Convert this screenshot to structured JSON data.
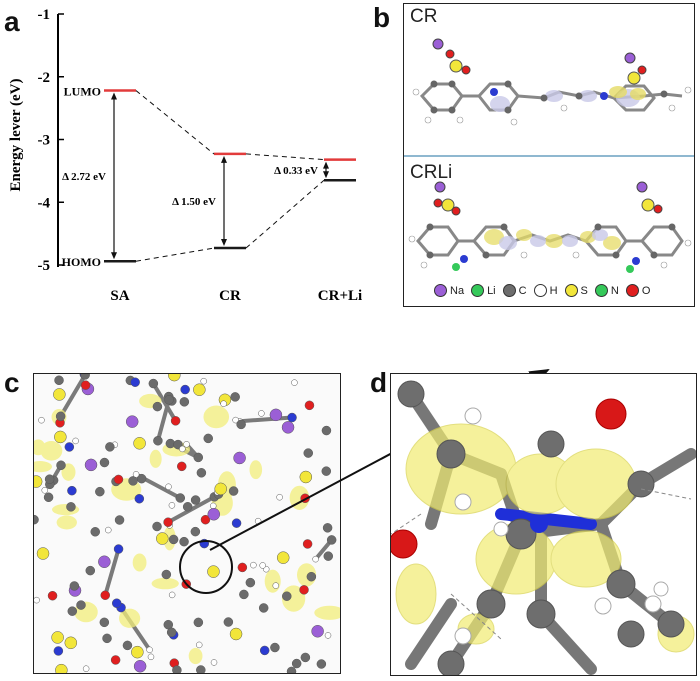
{
  "panels": {
    "a": "a",
    "b": "b",
    "c": "c",
    "d": "d"
  },
  "chart_data": {
    "type": "energy-level diagram",
    "ylabel": "Energy lever (eV)",
    "ylim": [
      -5,
      -1
    ],
    "yticks": [
      "-1",
      "-2",
      "-3",
      "-4",
      "-5"
    ],
    "categories": [
      "SA",
      "CR",
      "CR+Li"
    ],
    "lumo_label": "LUMO",
    "homo_label": "HOMO",
    "lumo": [
      -2.22,
      -3.23,
      -3.32
    ],
    "homo": [
      -4.94,
      -4.73,
      -3.65
    ],
    "gaps": [
      "Δ 2.72 eV",
      "Δ 1.50 eV",
      "Δ 0.33 eV"
    ],
    "colors": {
      "lumo": "#e23b3b",
      "homo": "#1a1a1a",
      "axis": "#000000"
    }
  },
  "panel_b": {
    "top_label": "CR",
    "bottom_label": "CRLi",
    "legend": [
      {
        "symbol": "Na",
        "color": "#9b5fd6"
      },
      {
        "symbol": "Li",
        "color": "#35c95a"
      },
      {
        "symbol": "C",
        "color": "#6d6d6d"
      },
      {
        "symbol": "H",
        "color": "#ffffff"
      },
      {
        "symbol": "S",
        "color": "#f2e63a"
      },
      {
        "symbol": "N",
        "color": "#35c95a"
      },
      {
        "symbol": "O",
        "color": "#e01f1f"
      }
    ],
    "divider_color": "#8fb8d0"
  }
}
